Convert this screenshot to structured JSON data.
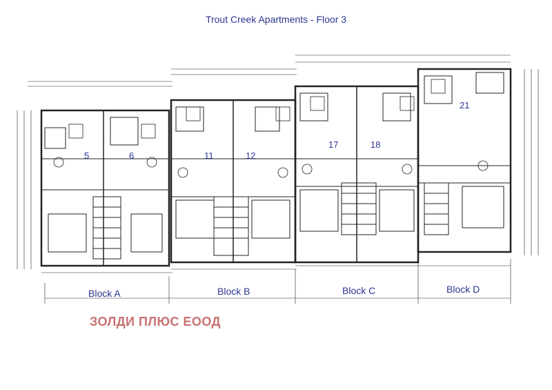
{
  "title": "Trout Creek Apartments - Floor 3",
  "company": "ЗОЛДИ ПЛЮС ЕООД",
  "blocks": [
    "Block A",
    "Block B",
    "Block C",
    "Block D"
  ],
  "apartments": [
    "5",
    "6",
    "11",
    "12",
    "17",
    "18",
    "21"
  ],
  "colors": {
    "title": "#2a3590",
    "company": "#c97070",
    "lines": "#222222"
  }
}
